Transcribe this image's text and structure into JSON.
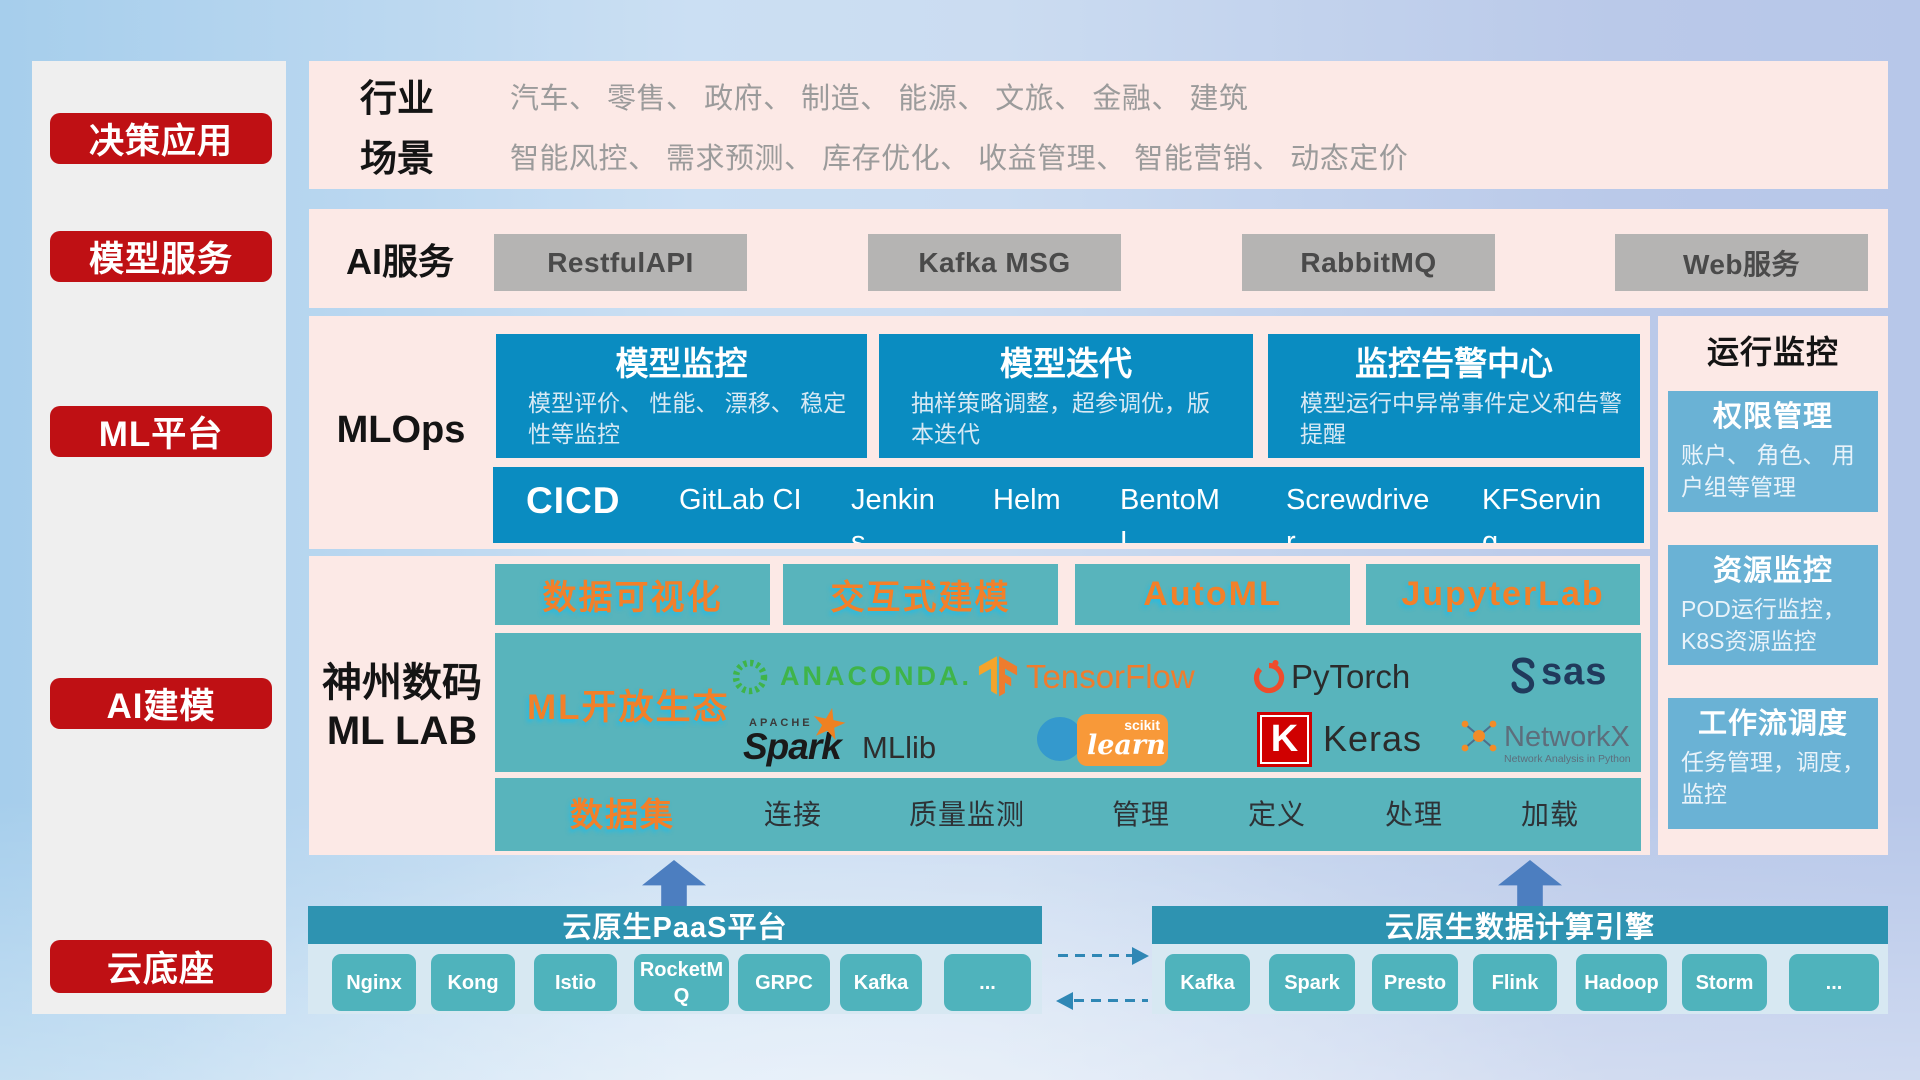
{
  "palette": {
    "red": "#bf1014",
    "pink": "#fce9e6",
    "gray-panel": "#efefef",
    "gray-btn": "#b5b4b3",
    "gray-btn-text": "#4a4a4a",
    "blue": "#0a8cc1",
    "blue-body": "#d8e9f4",
    "teal": "#58b4bc",
    "teal-dark": "#2e93b1",
    "icy": "#d7e8f2",
    "chip": "#4fb3bc",
    "card-blue": "#6ab2d5",
    "orange": "#f2802a",
    "list-gray": "#9b9b9b",
    "arrow-blue": "#4c7ec0",
    "dash-blue": "#2f87b5"
  },
  "sidebar": {
    "items": [
      "决策应用",
      "模型服务",
      "ML平台",
      "AI建模",
      "云底座"
    ]
  },
  "decision_apps": {
    "industry_label": "行业",
    "industries": [
      "汽车",
      "零售",
      "政府",
      "制造",
      "能源",
      "文旅",
      "金融",
      "建筑"
    ],
    "scene_label": "场景",
    "scenes": [
      "智能风控",
      "需求预测",
      "库存优化",
      "收益管理",
      "智能营销",
      "动态定价"
    ]
  },
  "model_service": {
    "label": "AI服务",
    "services": [
      "RestfulAPI",
      "Kafka MSG",
      "RabbitMQ",
      "Web服务"
    ]
  },
  "ml_platform": {
    "label": "MLOps",
    "cards": [
      {
        "title": "模型监控",
        "body": "模型评价、 性能、 漂移、 稳定\n性等监控"
      },
      {
        "title": "模型迭代",
        "body": "抽样策略调整，超参调优，版\n本迭代"
      },
      {
        "title": "监控告警中心",
        "body": "模型运行中异常事件定义和告警\n提醒"
      }
    ],
    "cicd_label": "CICD",
    "cicd_tools": [
      "GitLab CI",
      "Jenkins",
      "Helm",
      "BentoML",
      "Screwdriver",
      "KFServing"
    ]
  },
  "ai_modeling": {
    "label_line1": "神州数码",
    "label_line2": "ML LAB",
    "tools": [
      "数据可视化",
      "交互式建模",
      "AutoML",
      "JupyterLab"
    ],
    "ecosystem_label": "ML开放生态",
    "logos": {
      "anaconda": "ANACONDA.",
      "tensorflow": "TensorFlow",
      "pytorch": "PyTorch",
      "sas": "sas",
      "spark_apache": "APACHE",
      "spark": "Spark",
      "spark_lib": "MLlib",
      "sklearn_top": "scikit",
      "sklearn": "learn",
      "keras_letter": "K",
      "keras": "Keras",
      "networkx": "NetworkX",
      "networkx_sub": "Network Analysis in Python"
    },
    "dataset_label": "数据集",
    "dataset_items": [
      "连接",
      "质量监测",
      "管理",
      "定义",
      "处理",
      "加载"
    ]
  },
  "monitoring": {
    "title": "运行监控",
    "cards": [
      {
        "title": "权限管理",
        "body": "账户、 角色、 用\n户组等管理"
      },
      {
        "title": "资源监控",
        "body": "POD运行监控，\nK8S资源监控"
      },
      {
        "title": "工作流调度",
        "body": "任务管理，调度，\n监控"
      }
    ]
  },
  "cloud_base": {
    "paas": {
      "title": "云原生PaaS平台",
      "items": [
        "Nginx",
        "Kong",
        "Istio",
        "RocketMQ",
        "GRPC",
        "Kafka",
        "..."
      ]
    },
    "engine": {
      "title": "云原生数据计算引擎",
      "items": [
        "Kafka",
        "Spark",
        "Presto",
        "Flink",
        "Hadoop",
        "Storm",
        "..."
      ]
    }
  }
}
